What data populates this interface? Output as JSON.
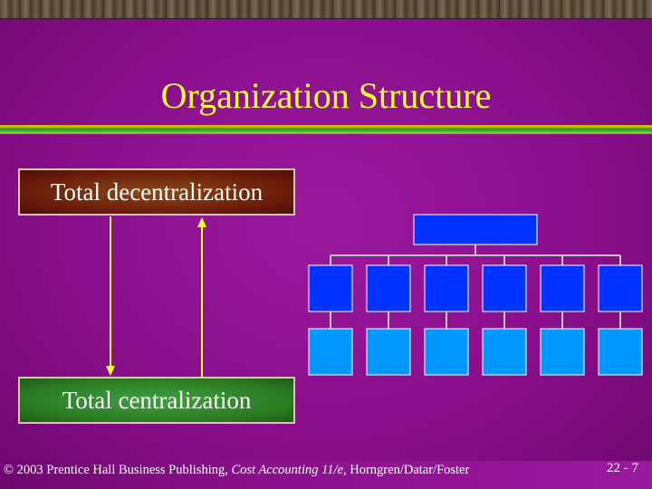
{
  "slide": {
    "title": "Organization Structure",
    "top_box_label": "Total decentralization",
    "bottom_box_label": "Total centralization",
    "footer": {
      "copyright_prefix": "© 2003 Prentice Hall Business Publishing, ",
      "book_title": "Cost Accounting 11/e,",
      "authors": " Horngren/Datar/Foster"
    },
    "page_number": "22 - 7"
  },
  "org_chart": {
    "top_color": "#0033ff",
    "middle_color": "#0033ff",
    "bottom_color": "#0099ff",
    "line_color": "#c8c8c8",
    "units_per_level": 6
  },
  "colors": {
    "background": "#8a0f8c",
    "title": "#ffff33",
    "arrow": "#ffff33"
  }
}
